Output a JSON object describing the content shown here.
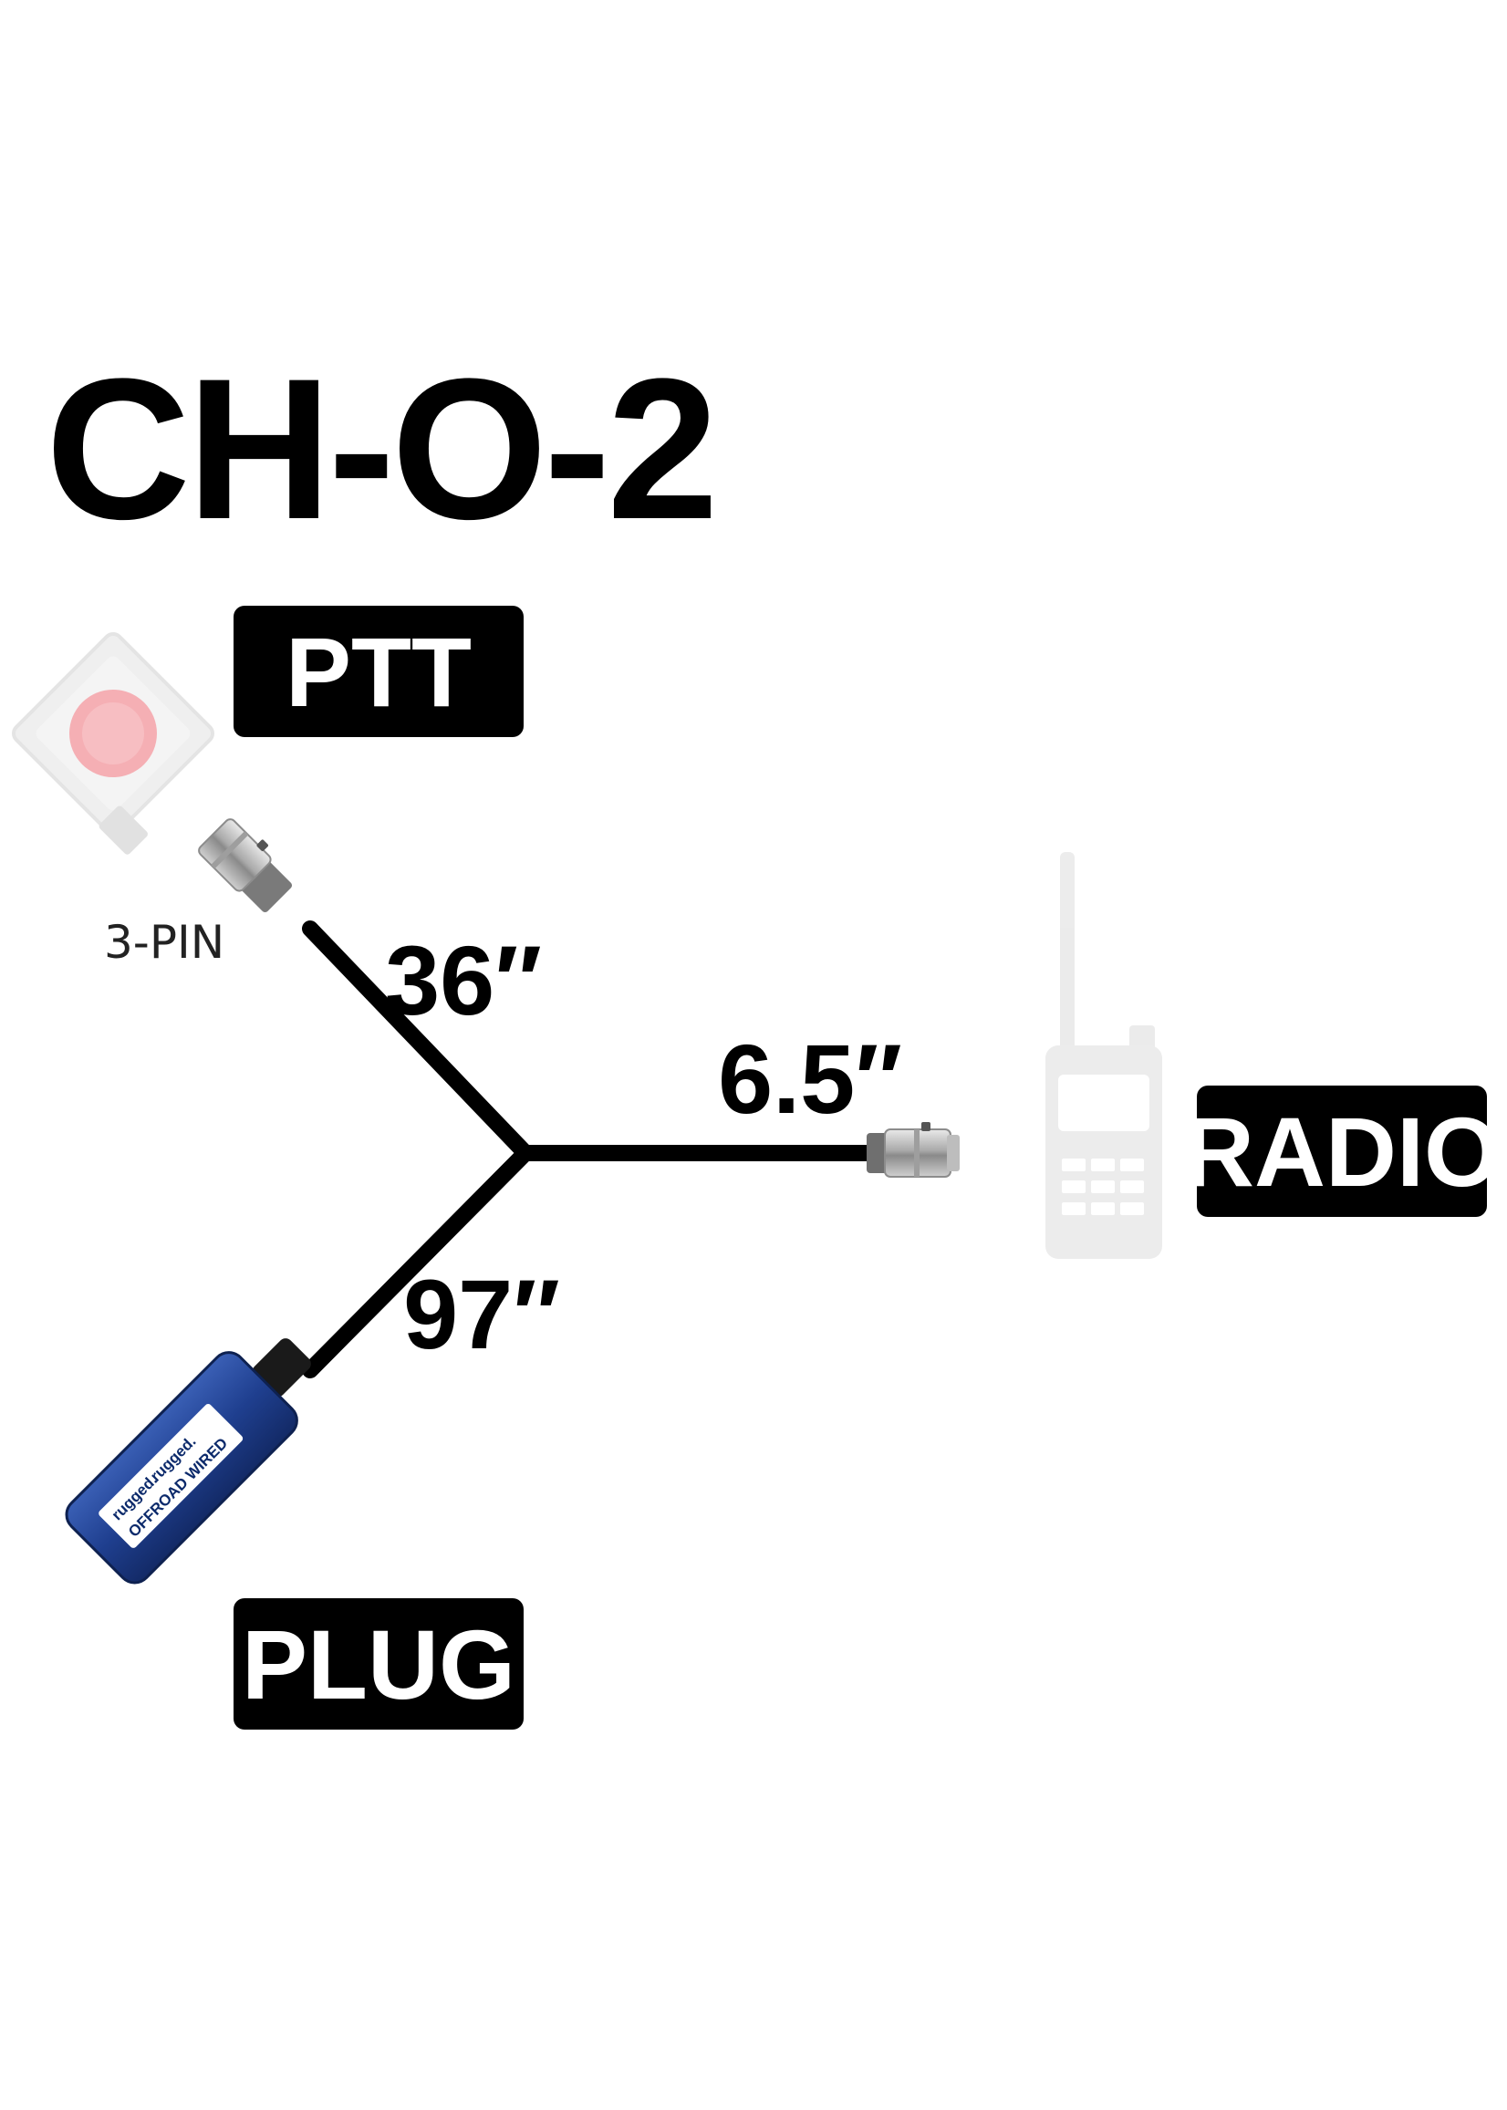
{
  "title": "CH-O-2",
  "labels": {
    "ptt": "PTT",
    "radio": "RADIO",
    "plug": "PLUG",
    "pin": "3-PIN"
  },
  "lengths": {
    "ptt_leg": "36″",
    "radio_leg": "6.5″",
    "plug_leg": "97″"
  },
  "plug_branding": {
    "brand_1": "rugged.",
    "brand_2": "rugged.",
    "tagline": "OFFROAD WIRED"
  },
  "icons": {
    "ptt_button": "push-to-talk-button-icon",
    "radio": "handheld-radio-icon",
    "plug": "rugged-headset-plug-icon",
    "connector": "xlr-connector-icon"
  },
  "colors": {
    "text": "#000000",
    "badge_bg": "#000000",
    "badge_text": "#ffffff",
    "cable": "#000000",
    "plug_blue": "#1f3f8f",
    "ptt_red": "#f2a3a8",
    "faded_icon": "#e6e6e6"
  }
}
